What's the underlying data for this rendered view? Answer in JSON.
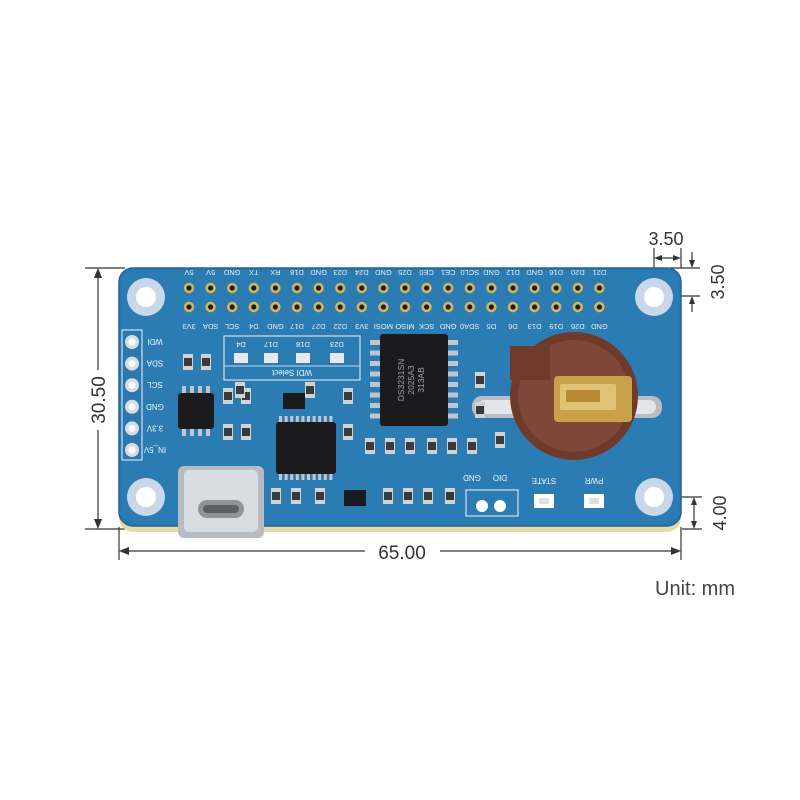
{
  "dimensions": {
    "width": "65.00",
    "height": "30.50",
    "hole_offset_x": "3.50",
    "hole_offset_y": "3.50",
    "hole_offset_bottom": "4.00"
  },
  "unit_label": "Unit: mm",
  "header_pins": {
    "top_row": [
      "5V",
      "5V",
      "GND",
      "TX",
      "RX",
      "D18",
      "GND",
      "D23",
      "D24",
      "GND",
      "D25",
      "CE0",
      "CE1",
      "SCL0",
      "GND",
      "D12",
      "GND",
      "D16",
      "D20",
      "D21"
    ],
    "bottom_row": [
      "3V3",
      "SDA",
      "SCL",
      "D4",
      "GND",
      "D17",
      "D27",
      "D22",
      "3V3",
      "MOSI",
      "MISO",
      "SCK",
      "GND",
      "SDA0",
      "D5",
      "D6",
      "D13",
      "D19",
      "D26",
      "GND"
    ]
  },
  "side_pins": [
    "WDI",
    "SDA",
    "SCL",
    "GND",
    "3.3V",
    "IN_5V"
  ],
  "wdi_select": {
    "title": "WDI Select",
    "options": [
      "D4",
      "D17",
      "D18",
      "D23"
    ]
  },
  "chip_marking": [
    "DS3231SN",
    "2025A3",
    "313AB"
  ],
  "bottom_labels": [
    "GND",
    "DIO",
    "STATE",
    "PWR"
  ],
  "colors": {
    "pcb": "#2a78b0",
    "pcb_edge": "#1f6596",
    "silkscreen": "#f2f5f8",
    "copper_pad": "#d6b65a"
  }
}
